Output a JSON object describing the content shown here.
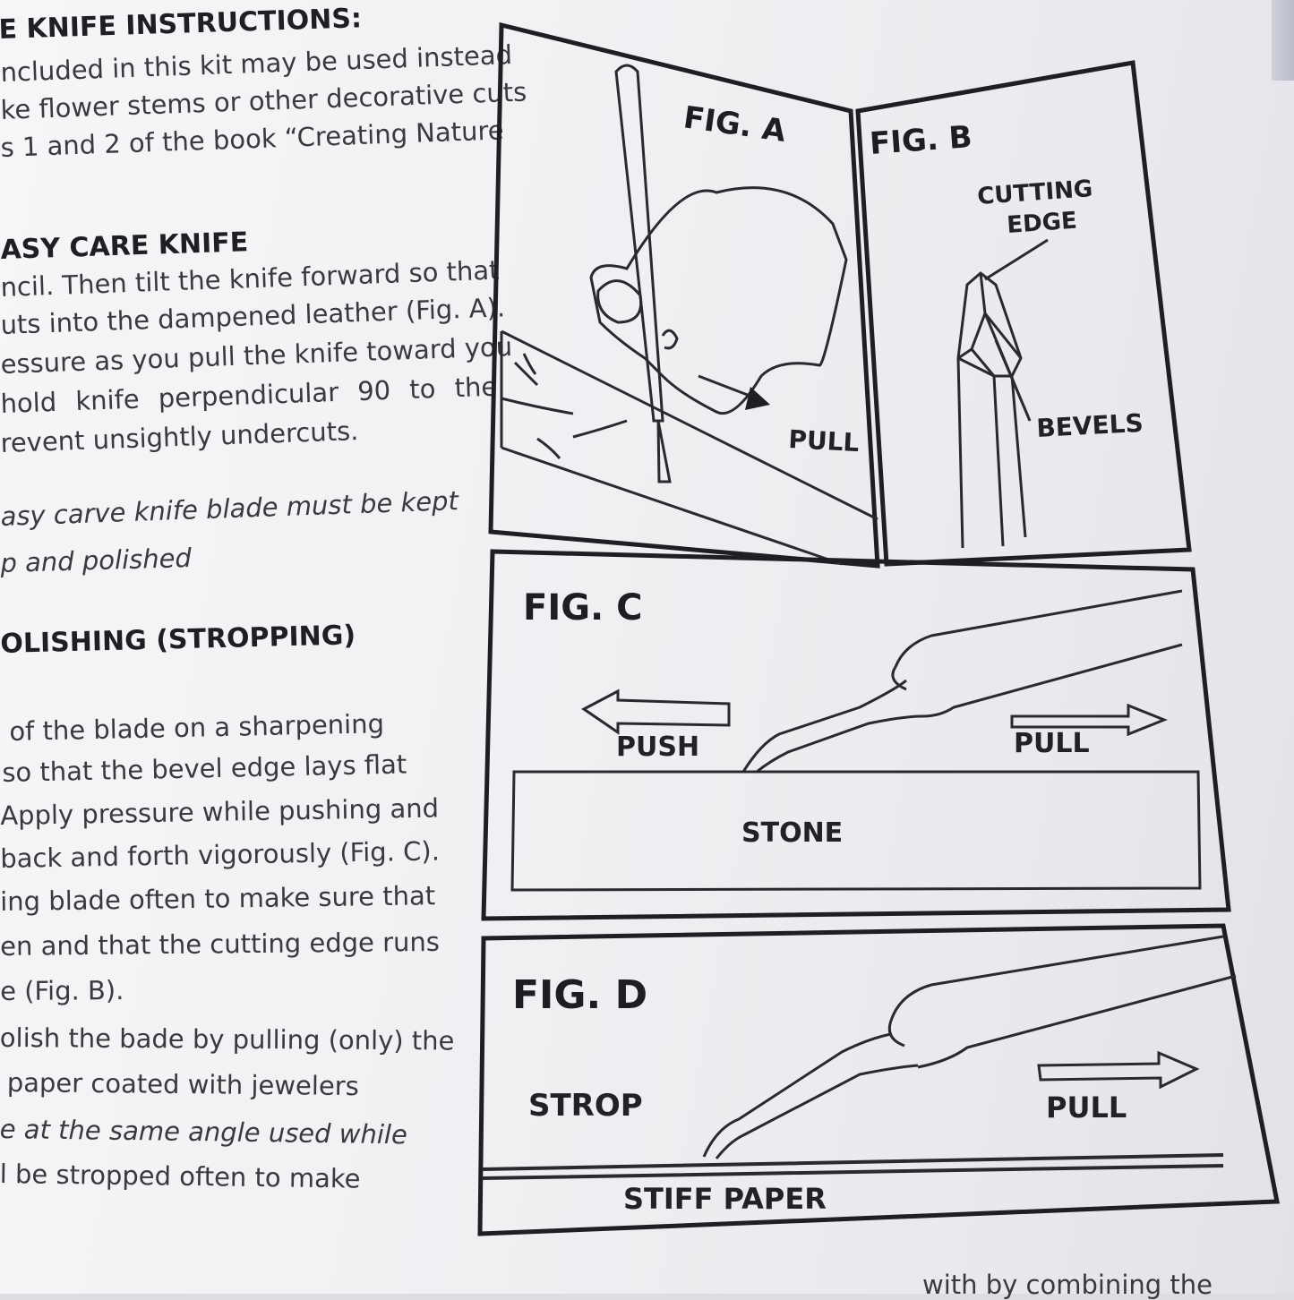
{
  "left_text": {
    "heading_instructions": "E KNIFE INSTRUCTIONS:",
    "intro_lines": [
      "ncluded in this kit may be used instead",
      "ke flower stems or other decorative cuts",
      "s 1 and 2 of the book “Creating Nature"
    ],
    "heading_care": "ASY CARE KNIFE",
    "care_lines": [
      "ncil. Then tilt the knife forward so that",
      "uts into the dampened leather (Fig. A).",
      "essure as you pull the knife toward you",
      "hold knife perpendicular 90  to the",
      "revent unsightly undercuts."
    ],
    "italic_lines": [
      "asy carve knife blade must be kept",
      "p and polished"
    ],
    "heading_polish": "OLISHING (STROPPING)",
    "polish_lines": [
      "of the blade on a sharpening",
      "so that the bevel edge lays flat",
      "Apply pressure while pushing and",
      "back and forth vigorously (Fig. C).",
      "ing blade often to make sure that",
      "en and that the cutting edge runs",
      "e (Fig. B).",
      "olish the bade by pulling (only) the",
      "paper coated with jewelers",
      "e at the same angle used while",
      "l be stropped often to make"
    ],
    "bottom_line": "with by combining the"
  },
  "figures": {
    "fig_a": {
      "title": "FIG. A",
      "arrow_label": "PULL"
    },
    "fig_b": {
      "title": "FIG. B",
      "cutting_edge_1": "CUTTING",
      "cutting_edge_2": "EDGE",
      "bevels": "BEVELS"
    },
    "fig_c": {
      "title": "FIG. C",
      "push": "PUSH",
      "pull": "PULL",
      "stone": "STONE"
    },
    "fig_d": {
      "title": "FIG. D",
      "strop": "STROP",
      "pull": "PULL",
      "paper": "STIFF PAPER"
    }
  }
}
